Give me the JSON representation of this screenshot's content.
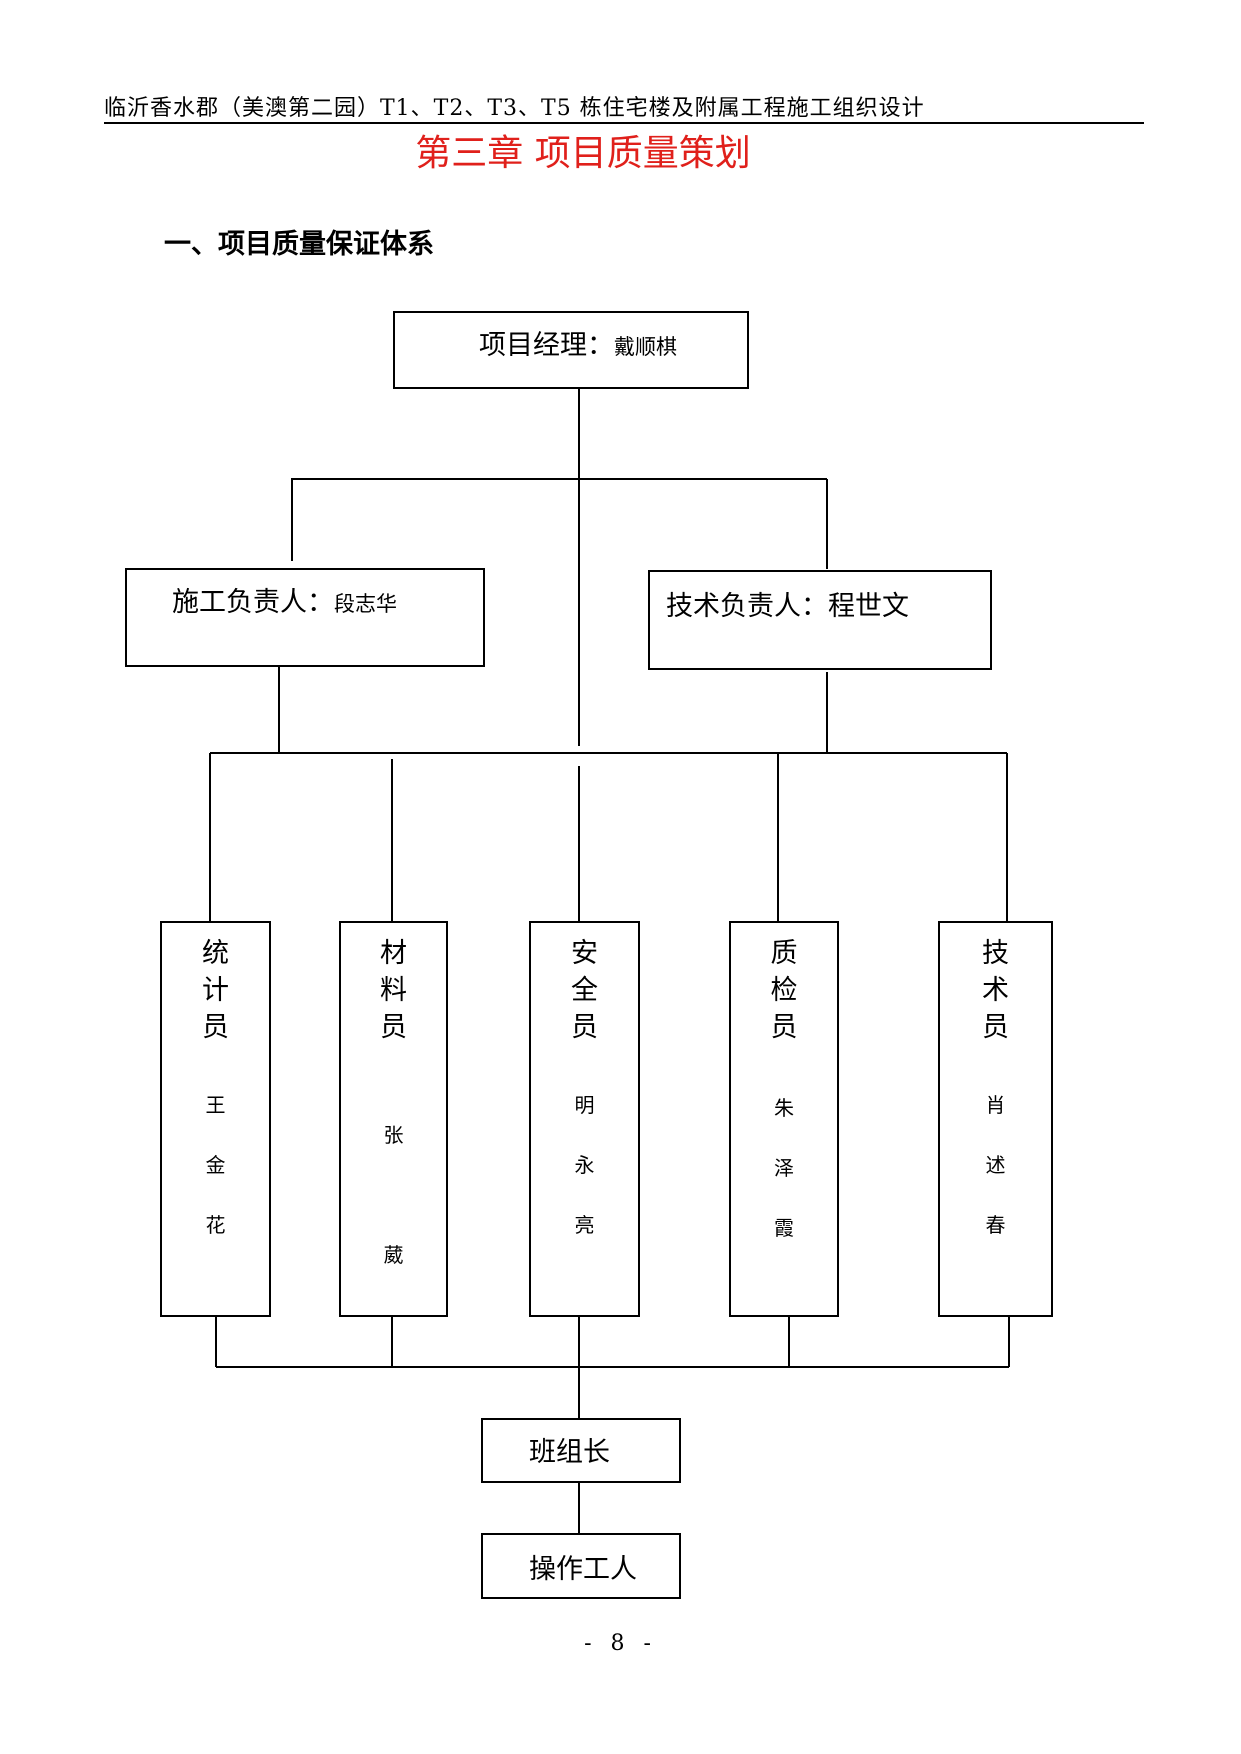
{
  "header": {
    "running_title": "临沂香水郡（美澳第二园）T1、T2、T3、T5 栋住宅楼及附属工程施工组织设计"
  },
  "chapter_title": "第三章  项目质量策划",
  "section_heading": "一、项目质量保证体系",
  "org_chart": {
    "project_manager": {
      "role": "项目经理：",
      "name": "戴顺棋"
    },
    "construction_lead": {
      "role": "施工负责人：",
      "name": "段志华"
    },
    "technical_lead": {
      "role": "技术负责人：",
      "name": "程世文"
    },
    "staff": [
      {
        "role": "统计员",
        "name": "王金花"
      },
      {
        "role": "材料员",
        "name": "张葳"
      },
      {
        "role": "安全员",
        "name": "明永亮"
      },
      {
        "role": "质检员",
        "name": "朱泽霞"
      },
      {
        "role": "技术员",
        "name": "肖述春"
      }
    ],
    "team_leader": "班组长",
    "workers": "操作工人"
  },
  "footer": {
    "page_number": "- 8 -"
  }
}
